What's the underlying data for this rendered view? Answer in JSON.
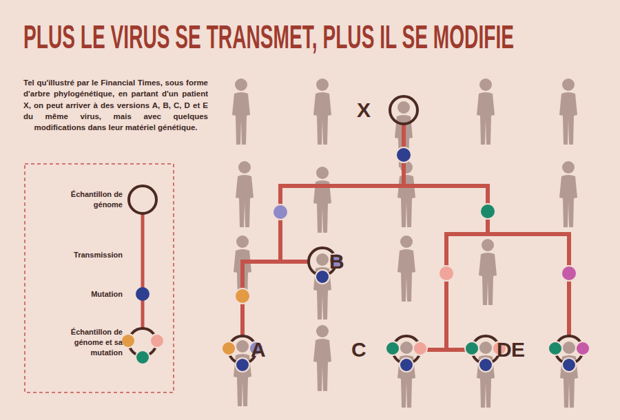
{
  "diagram": {
    "title": "PLUS LE VIRUS SE TRANSMET, PLUS IL SE MODIFIE",
    "caption": "Tel qu'illustré par le Financial Times, sous forme d'arbre phylogénétique, en partant d'un patient X, on peut arriver à des versions A, B, C, D et E du même virus, mais avec quelques modifications dans leur matériel génétique.",
    "nodes": [
      {
        "text": [
          "X"
        ]
      },
      {
        "text": [
          "B"
        ]
      },
      {
        "text": [
          "A"
        ]
      },
      {
        "text": [
          "C"
        ]
      },
      {
        "text": [
          "D"
        ]
      },
      {
        "text": [
          "E"
        ]
      }
    ],
    "edges": [
      {
        "from": 0,
        "to": 1,
        "arrow": "none"
      },
      {
        "from": 0,
        "to": 2,
        "arrow": "none"
      },
      {
        "from": 0,
        "to": 3,
        "arrow": "none"
      },
      {
        "from": 0,
        "to": 4,
        "arrow": "none"
      },
      {
        "from": 0,
        "to": 5,
        "arrow": "none"
      }
    ],
    "legend": [
      {
        "text": "Échantillon de génome"
      },
      {
        "text": "Transmission"
      },
      {
        "text": "Mutation"
      },
      {
        "text": "Échantillon de génome et sa mutation"
      }
    ]
  }
}
